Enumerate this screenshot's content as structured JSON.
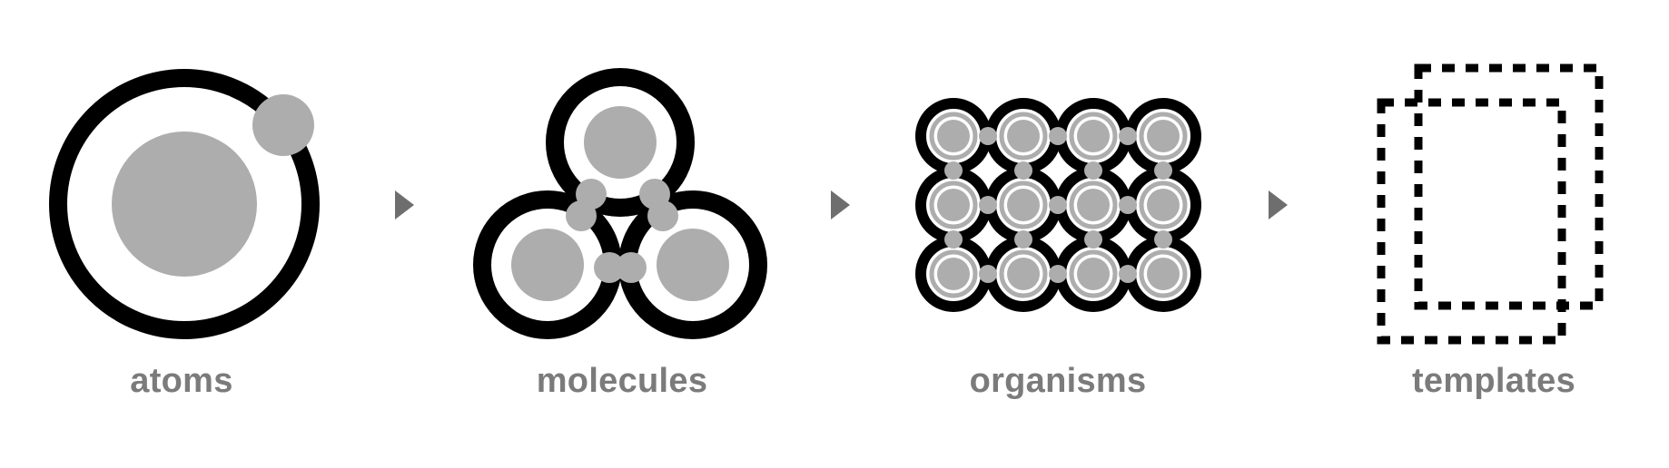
{
  "stages": [
    {
      "id": "atoms",
      "label": "atoms"
    },
    {
      "id": "molecules",
      "label": "molecules"
    },
    {
      "id": "organisms",
      "label": "organisms"
    },
    {
      "id": "templates",
      "label": "templates"
    }
  ],
  "colors": {
    "background": "#ffffff",
    "outline": "#000000",
    "fill": "#adadad",
    "arrow": "#6e6e6e",
    "label": "#7b7b7b"
  },
  "icons": [
    "atom-icon",
    "molecule-icon",
    "organism-icon",
    "template-icon",
    "arrow-right-icon"
  ]
}
